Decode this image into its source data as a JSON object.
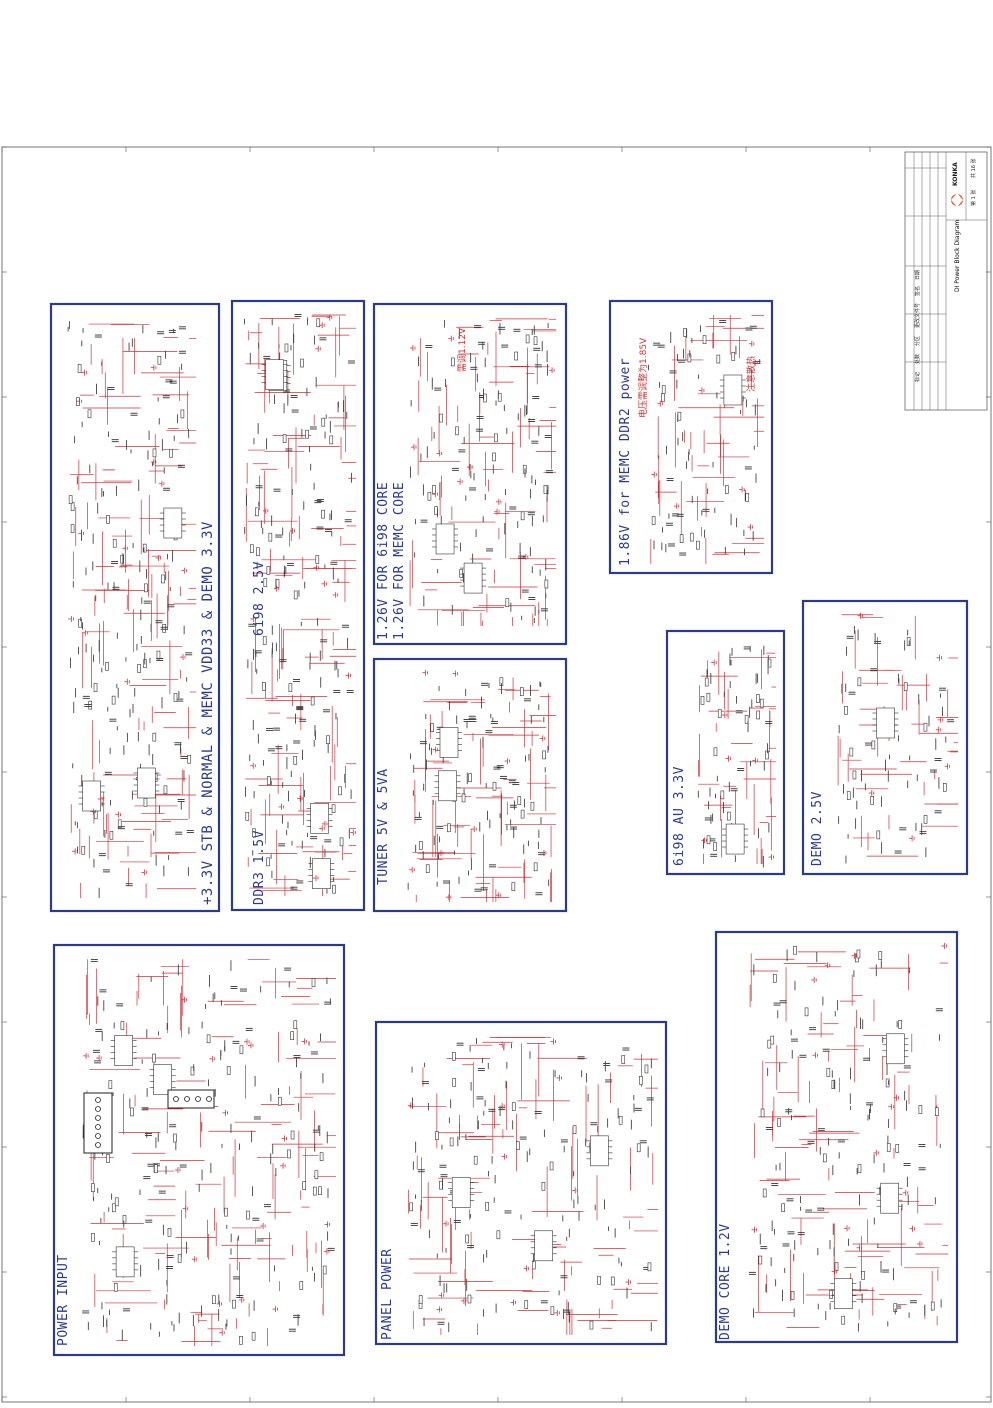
{
  "blocks": [
    {
      "id": "stb33",
      "title": "+3.3V STB & NORMAL & MEMC VDD33 & DEMO 3.3V"
    },
    {
      "id": "ddr3",
      "title": "DDR3 1.5V"
    },
    {
      "id": "ddr25",
      "title": "6i98 2.5V"
    },
    {
      "id": "core",
      "title1": "1.26V FOR 6i98 CORE",
      "title2": "1.26V FOR MEMC CORE"
    },
    {
      "id": "memc",
      "title": "1.86V for MEMC DDR2 power",
      "note1": "电压需调整为1.85V",
      "note2": "注意散热"
    },
    {
      "id": "tuner",
      "title": "TUNER 5V & 5VA"
    },
    {
      "id": "au33",
      "title": "6i98 AU 3.3V"
    },
    {
      "id": "demo25",
      "title": "DEMO 2.5V"
    },
    {
      "id": "input",
      "title": "POWER INPUT"
    },
    {
      "id": "panel",
      "title": "PANEL POWER"
    },
    {
      "id": "demo12",
      "title": "DEMO CORE 1.2V"
    }
  ],
  "core_note": "需调1.12V",
  "title_block": {
    "brand": "KONKA",
    "sheet_name": "DI Power Block Diagram",
    "sheet_no": "第 1 张",
    "sheet_total": "共 16 张",
    "rows": [
      "标记",
      "处数",
      "分区",
      "更改文件号",
      "签名",
      "日期"
    ]
  }
}
